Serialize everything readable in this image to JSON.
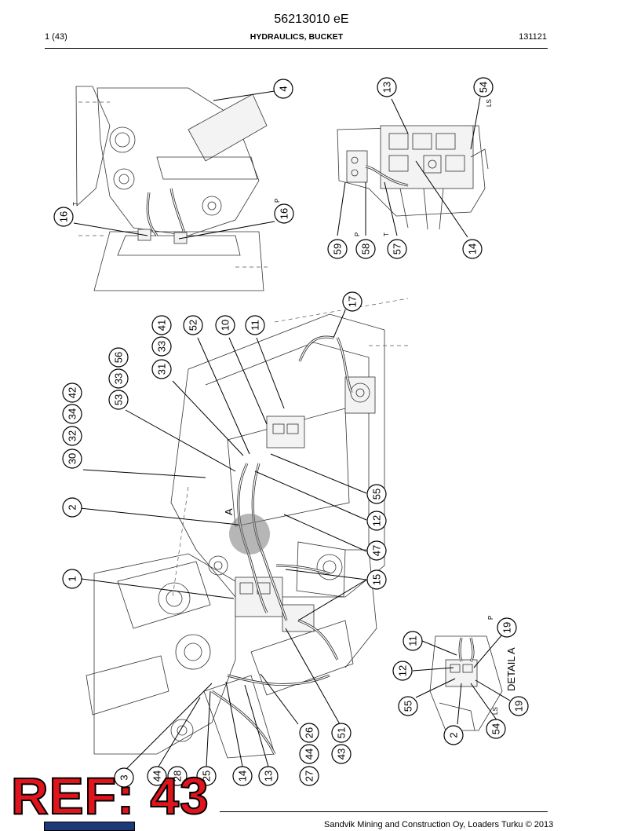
{
  "header": {
    "doc_number": "56213010 eE",
    "page": "1 (43)",
    "section_title": "HYDRAULICS, BUCKET",
    "revision": "131121"
  },
  "footer": {
    "copyright": "Sandvik Mining and Construction Oy, Loaders Turku © 2013",
    "ref_banner": "REF: 43"
  },
  "drawing": {
    "detail_label": "DETAIL A",
    "view_marker": "A",
    "port_labels": {
      "tank": "T",
      "pressure": "P",
      "load_sense": "LS"
    },
    "callouts": [
      "1",
      "2",
      "3",
      "4",
      "10",
      "11",
      "12",
      "13",
      "14",
      "15",
      "16",
      "17",
      "19",
      "25",
      "26",
      "27",
      "28",
      "30",
      "31",
      "32",
      "33",
      "34",
      "41",
      "42",
      "43",
      "44",
      "47",
      "51",
      "52",
      "53",
      "54",
      "55",
      "56",
      "57",
      "58",
      "59"
    ]
  }
}
